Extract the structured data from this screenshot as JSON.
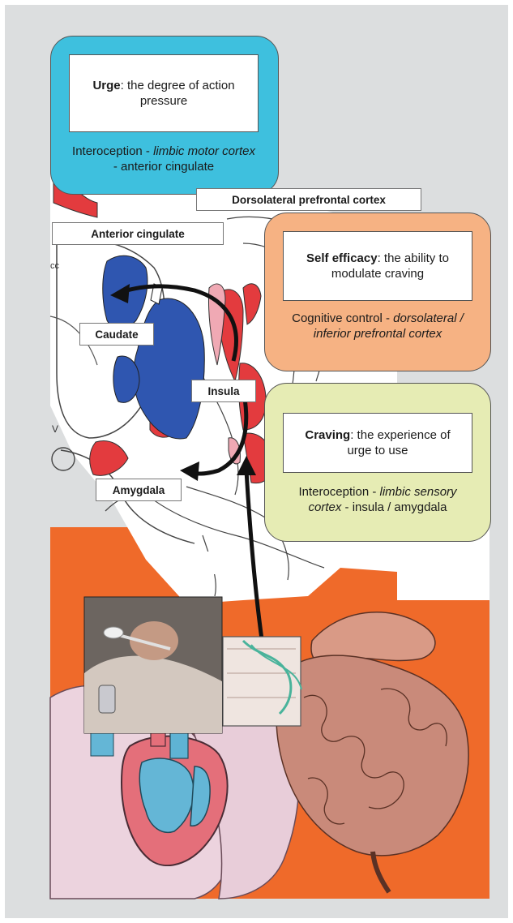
{
  "boxes": {
    "urge": {
      "term": "Urge",
      "definition": ": the degree of action pressure",
      "desc_prefix": "Interoception - ",
      "desc_italic": "limbic motor cortex",
      "desc_suffix": " - anterior cingulate",
      "color": "#3ec0de"
    },
    "self_efficacy": {
      "term": "Self efficacy",
      "definition": ": the ability to modulate craving",
      "desc_prefix": "Cognitive control - ",
      "desc_italic": "dorsolateral / inferior prefrontal cortex",
      "desc_suffix": "",
      "color": "#f6b283"
    },
    "craving": {
      "term": "Craving",
      "definition": ": the experience of urge to use",
      "desc_prefix": "Interoception - ",
      "desc_italic": "limbic sensory cortex",
      "desc_suffix": " - insula / amygdala",
      "color": "#e6ecb4"
    }
  },
  "labels": {
    "dlpfc": "Dorsolateral prefrontal cortex",
    "anterior_cingulate": "Anterior cingulate",
    "caudate": "Caudate",
    "insula": "Insula",
    "amygdala": "Amygdala",
    "cc": "cc",
    "v": "V"
  },
  "colors": {
    "panel": "#dcdedf",
    "orange": "#ef6a2a",
    "brain_blue": "#2f56b0",
    "brain_red": "#e33b3e",
    "brain_pink": "#f0a9b4"
  }
}
